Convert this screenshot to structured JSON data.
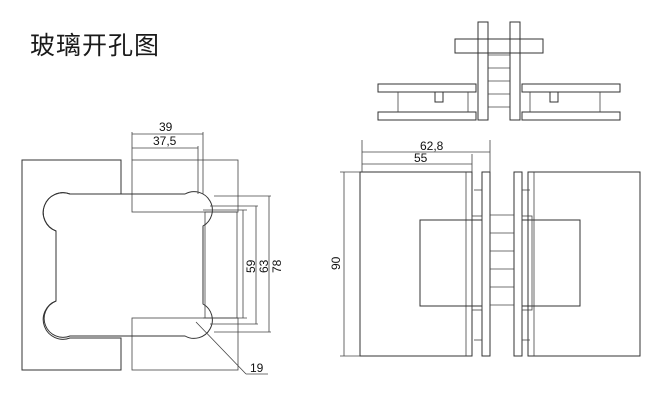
{
  "title": "玻璃开孔图",
  "colors": {
    "line": "#333333",
    "text": "#111111",
    "background": "#ffffff"
  },
  "left_view": {
    "dims": {
      "top_outer": "39",
      "top_inner": "37,5",
      "v1": "59",
      "v2": "63",
      "v3": "78",
      "radius": "19"
    }
  },
  "right_view": {
    "dims": {
      "top_outer": "62,8",
      "top_inner": "55",
      "height": "90"
    }
  }
}
